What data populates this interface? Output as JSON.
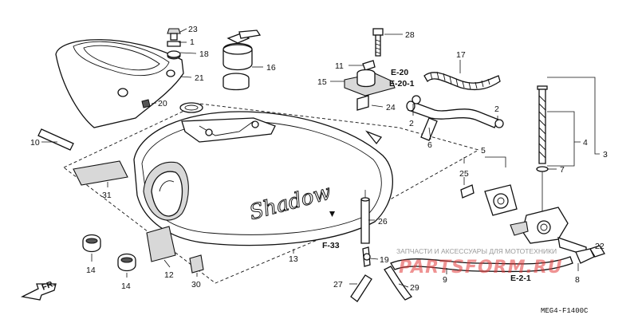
{
  "diagram": {
    "callouts": {
      "p1": "1",
      "p2a": "2",
      "p2b": "2",
      "p3": "3",
      "p4": "4",
      "p5": "5",
      "p6": "6",
      "p7": "7",
      "p8": "8",
      "p9": "9",
      "p10": "10",
      "p11": "11",
      "p12": "12",
      "p13": "13",
      "p14a": "14",
      "p14b": "14",
      "p15": "15",
      "p16": "16",
      "p17": "17",
      "p18": "18",
      "p19": "19",
      "p20": "20",
      "p21": "21",
      "p22": "22",
      "p23": "23",
      "p24": "24",
      "p25": "25",
      "p26": "26",
      "p27": "27",
      "p28": "28",
      "p29": "29",
      "p30": "30",
      "p31": "31"
    },
    "refs": {
      "e20": "E-20",
      "e201": "E-20-1",
      "f33": "F-33",
      "e21": "E-2-1",
      "front": "FR."
    },
    "tank_script": "Shadow",
    "figure_code": "MEG4-F1400C",
    "watermark": {
      "tagline": "ЗАПЧАСТИ И АКСЕССУАРЫ ДЛЯ МОТОТЕХНИКИ",
      "logo": "PARTSFORM.RU"
    }
  }
}
